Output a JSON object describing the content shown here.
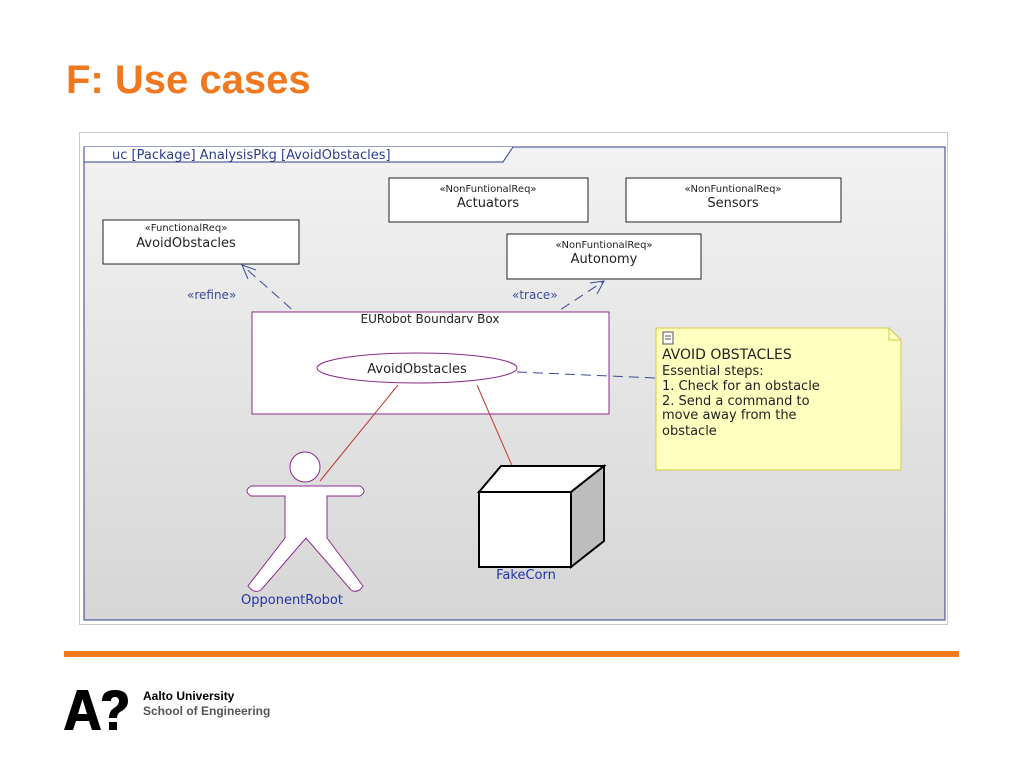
{
  "slide": {
    "title": "F: Use cases"
  },
  "diagram": {
    "frame_label": "uc [Package] AnalysisPkg [AvoidObstacles]",
    "requirements": {
      "actuators": {
        "stereotype": "«NonFuntionalReq»",
        "name": "Actuators"
      },
      "sensors": {
        "stereotype": "«NonFuntionalReq»",
        "name": "Sensors"
      },
      "avoid_obstacles": {
        "stereotype": "«FunctionalReq»",
        "name": "AvoidObstacles"
      },
      "autonomy": {
        "stereotype": "«NonFuntionalReq»",
        "name": "Autonomy"
      }
    },
    "relations": {
      "refine": "«refine»",
      "trace": "«trace»"
    },
    "boundary": {
      "title": "EURobot Boundarv Box",
      "use_case": "AvoidObstacles"
    },
    "note": {
      "title": "AVOID OBSTACLES",
      "lines": [
        "Essential steps:",
        "1. Check for an obstacle",
        "2. Send a command to",
        "move away from the",
        "obstacle"
      ]
    },
    "actors": {
      "opponent": "OpponentRobot",
      "fake_corn": "FakeCorn"
    },
    "colors": {
      "frame": "#2e3c8c",
      "boundary": "#8c2a8c",
      "association": "#c0392b",
      "dependency": "#3a4a9c",
      "note_fill": "#ffffc0",
      "note_border": "#d4c84a",
      "actor_label": "#2233aa"
    }
  },
  "footer": {
    "university": "Aalto University",
    "school": "School of Engineering",
    "accent_color": "#f0781e"
  }
}
